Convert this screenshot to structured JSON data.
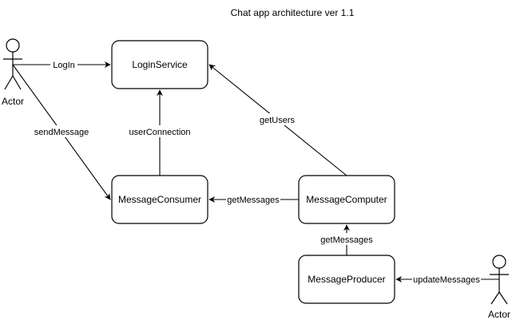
{
  "title": "Chat app architecture ver 1.1",
  "nodes": {
    "login_service": "LoginService",
    "message_consumer": "MessageConsumer",
    "message_computer": "MessageComputer",
    "message_producer": "MessageProducer"
  },
  "actors": {
    "left": "Actor",
    "right": "Actor"
  },
  "edges": {
    "login": "LogIn",
    "send_message": "sendMessage",
    "user_connection": "userConnection",
    "get_users": "getUsers",
    "get_messages_h": "getMessages",
    "get_messages_v": "getMessages",
    "update_messages": "updateMessages"
  }
}
